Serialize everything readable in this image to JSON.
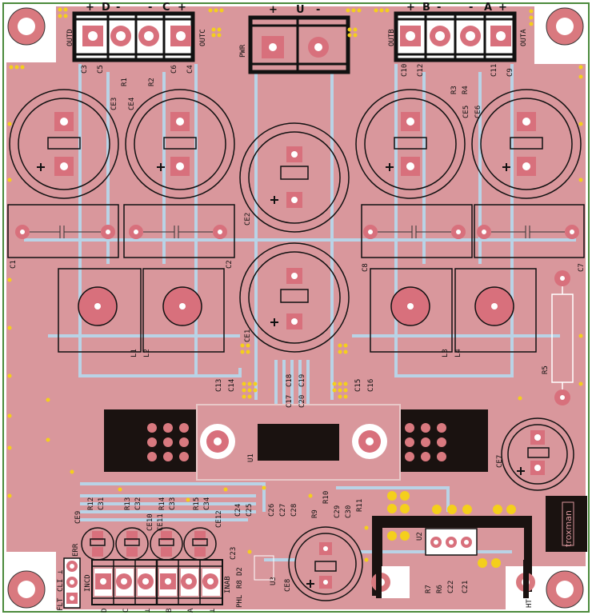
{
  "board": {
    "colors": {
      "copper": "#d9979c",
      "trace": "#b9d3e6",
      "pad": "#d8707c",
      "via": "#f4cf1c",
      "silk": "#111111"
    },
    "connectors": {
      "outd": "OUTD",
      "outc": "OUTC",
      "outb": "OUTB",
      "outa": "OUTA",
      "pwr": "PWR",
      "top_left_pins": [
        "+",
        "D",
        "-",
        "-",
        "C",
        "+"
      ],
      "top_right_pins": [
        "+",
        "B",
        "-",
        "-",
        "A",
        "+"
      ],
      "pwr_pins": [
        "+",
        "U",
        "-"
      ],
      "incd": "INCD",
      "inab": "INAB",
      "bottom_pins": [
        "D",
        "C",
        "⊥",
        "B",
        "A",
        "⊥"
      ],
      "flt": "FLT",
      "cli": "CLI",
      "err": "ERR",
      "gnd": "⊥",
      "ht": "HT"
    },
    "components": {
      "ce1": "CE1",
      "ce2": "CE2",
      "ce3": "CE3",
      "ce4": "CE4",
      "ce5": "CE5",
      "ce6": "CE6",
      "ce7": "CE7",
      "ce8": "CE8",
      "ce9": "CE9",
      "ce10": "CE10",
      "ce11": "CE11",
      "ce12": "CE12",
      "c1": "C1",
      "c2": "C2",
      "c3": "C3",
      "c4": "C4",
      "c5": "C5",
      "c6": "C6",
      "c7": "C7",
      "c8": "C8",
      "c9": "C9",
      "c10": "C10",
      "c11": "C11",
      "c12": "C12",
      "c13": "C13",
      "c14": "C14",
      "c15": "C15",
      "c16": "C16",
      "c17": "C17",
      "c18": "C18",
      "c19": "C19",
      "c20": "C20",
      "c21": "C21",
      "c22": "C22",
      "c23": "C23",
      "c24": "C24",
      "c25": "C25",
      "c26": "C26",
      "c27": "C27",
      "c28": "C28",
      "c29": "C29",
      "c30": "C30",
      "c31": "C31",
      "c32": "C32",
      "c33": "C33",
      "c34": "C34",
      "r1": "R1",
      "r2": "R2",
      "r3": "R3",
      "r4": "R4",
      "r5": "R5",
      "r6": "R6",
      "r7": "R7",
      "r8": "R8",
      "r9": "R9",
      "r10": "R10",
      "r11": "R11",
      "r12": "R12",
      "r13": "R13",
      "r14": "R14",
      "r15": "R15",
      "l1": "L1",
      "l2": "L2",
      "l3": "L3",
      "l4": "L4",
      "u1": "U1",
      "u2": "U2",
      "u3": "U3",
      "d2": "D2",
      "phl": "PHL"
    },
    "logo": "troxman"
  }
}
